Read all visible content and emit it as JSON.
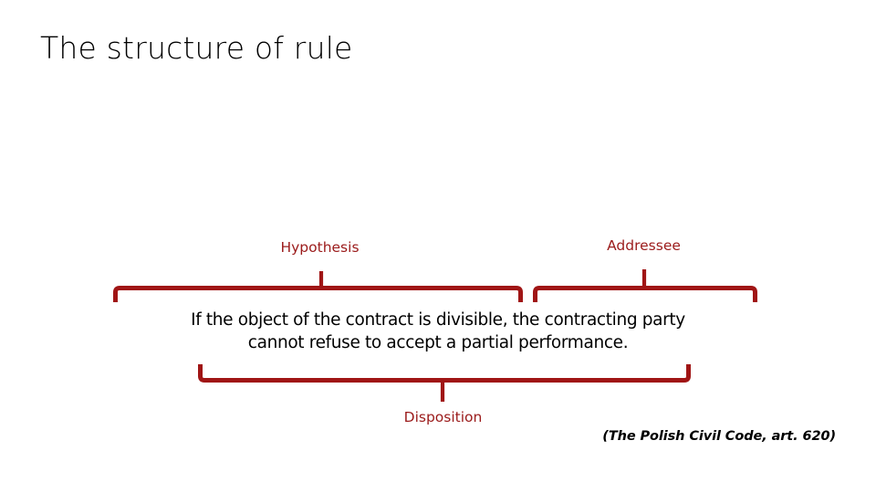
{
  "slide": {
    "title": "The structure of rule",
    "background_color": "#FFFFFF",
    "accent_color": "#A01515",
    "text_color": "#000000"
  },
  "labels": {
    "hypothesis": "Hypothesis",
    "addressee": "Addressee",
    "disposition": "Disposition"
  },
  "rule": {
    "line1": "If the object of the contract is divisible, the contracting party",
    "line2": "cannot refuse to accept a partial performance."
  },
  "citation": {
    "text": "(The Polish Civil Code, art. 620)"
  }
}
